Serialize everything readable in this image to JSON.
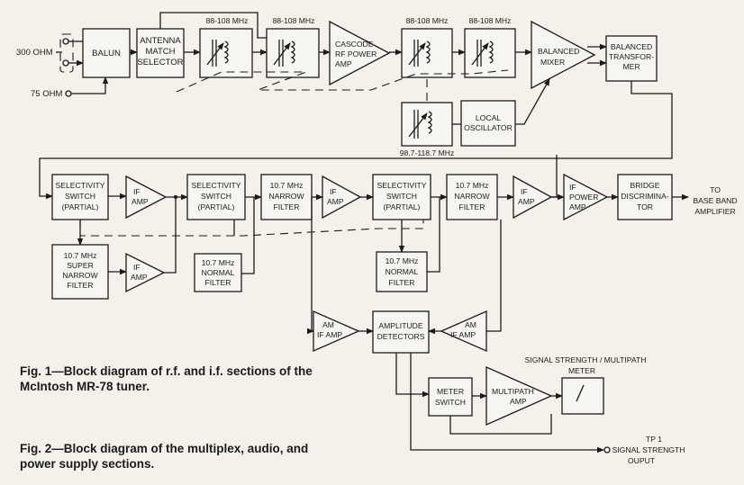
{
  "inputs": {
    "ohm300": "300 OHM",
    "ohm75": "75 OHM"
  },
  "blocks": {
    "balun": [
      "BALUN"
    ],
    "antenna_selector": [
      "ANTENNA",
      "MATCH",
      "SELECTOR"
    ],
    "rf_filter_1": {
      "freq": "88-108 MHz"
    },
    "rf_filter_2": {
      "freq": "88-108 MHz"
    },
    "cascode_amp": [
      "CASCODE",
      "RF POWER",
      "AMP"
    ],
    "rf_filter_3": {
      "freq": "88-108 MHz"
    },
    "rf_filter_4": {
      "freq": "88-108 MHz"
    },
    "balanced_mixer": [
      "BALANCED",
      "MIXER"
    ],
    "balanced_transformer": [
      "BALANCED",
      "TRANSFOR-",
      "MER"
    ],
    "osc_tank": {
      "freq": "98.7-118.7 MHz"
    },
    "local_oscillator": [
      "LOCAL",
      "OSCILLATOR"
    ],
    "selectivity_switch_1": [
      "SELECTIVITY",
      "SWITCH",
      "(PARTIAL)"
    ],
    "if_amp_1": [
      "IF",
      "AMP"
    ],
    "selectivity_switch_2": [
      "SELECTIVITY",
      "SWITCH",
      "(PARTIAL)"
    ],
    "narrow_filter_1": [
      "10.7 MHz",
      "NARROW",
      "FILTER"
    ],
    "if_amp_2": [
      "IF",
      "AMP"
    ],
    "selectivity_switch_3": [
      "SELECTIVITY",
      "SWITCH",
      "(PARTIAL)"
    ],
    "narrow_filter_2": [
      "10.7 MHz",
      "NARROW",
      "FILTER"
    ],
    "if_amp_3": [
      "IF",
      "AMP"
    ],
    "if_power_amp": [
      "IF",
      "POWER",
      "AMP"
    ],
    "bridge_discriminator": [
      "BRIDGE",
      "DISCRIMINA-",
      "TOR"
    ],
    "super_narrow_filter": [
      "10.7 MHz",
      "SUPER",
      "NARROW",
      "FILTER"
    ],
    "if_amp_4": [
      "IF",
      "AMP"
    ],
    "normal_filter_1": [
      "10.7 MHz",
      "NORMAL",
      "FILTER"
    ],
    "normal_filter_2": [
      "10.7 MHz",
      "NORMAL",
      "FILTER"
    ],
    "am_if_amp_left": [
      "AM",
      "IF AMP"
    ],
    "amplitude_detectors": [
      "AMPLITUDE",
      "DETECTORS"
    ],
    "am_if_amp_right": [
      "AM",
      "IF AMP"
    ],
    "meter_switch": [
      "METER",
      "SWITCH"
    ],
    "multipath_amp": [
      "MULTIPATH",
      "AMP"
    ],
    "meter_label": [
      "SIGNAL STRENGTH / MULTIPATH",
      "METER"
    ]
  },
  "outputs": {
    "baseband": [
      "TO",
      "BASE BAND",
      "AMPLIFIER"
    ],
    "signal_strength": [
      "TP 1",
      "SIGNAL STRENGTH",
      "OUPUT"
    ]
  },
  "captions": {
    "fig1": [
      "Fig. 1—Block diagram of r.f. and i.f. sections of the",
      "McIntosh MR-78 tuner."
    ],
    "fig2": [
      "Fig. 2—Block diagram of the multiplex, audio, and",
      "power supply sections."
    ]
  }
}
